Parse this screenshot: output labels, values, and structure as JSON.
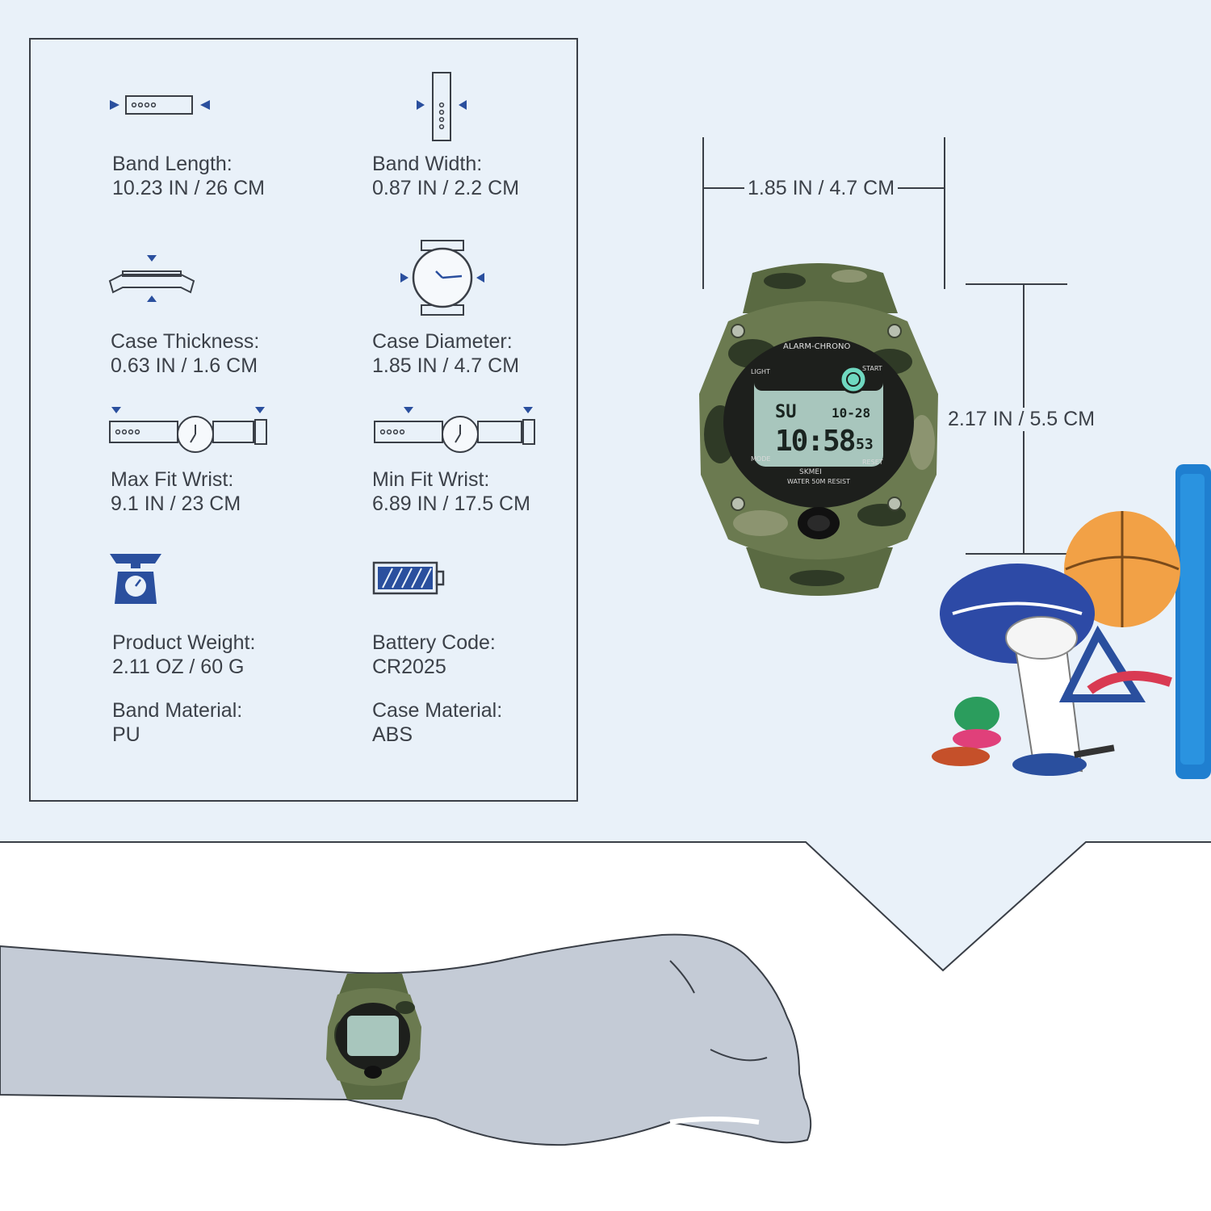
{
  "specs": [
    {
      "label": "Band Length:",
      "value": "10.23 IN / 26 CM",
      "icon": "band-length-icon"
    },
    {
      "label": "Band Width:",
      "value": "0.87 IN / 2.2 CM",
      "icon": "band-width-icon"
    },
    {
      "label": "Case Thickness:",
      "value": "0.63 IN / 1.6 CM",
      "icon": "case-thickness-icon"
    },
    {
      "label": "Case Diameter:",
      "value": "1.85 IN / 4.7 CM",
      "icon": "case-diameter-icon"
    },
    {
      "label": "Max Fit Wrist:",
      "value": "9.1 IN / 23 CM",
      "icon": "max-fit-wrist-icon"
    },
    {
      "label": "Min Fit Wrist:",
      "value": "6.89 IN / 17.5 CM",
      "icon": "min-fit-wrist-icon"
    },
    {
      "label": "Product Weight:",
      "value": "2.11 OZ / 60 G",
      "icon": "scale-icon"
    },
    {
      "label": "Battery Code:",
      "value": "CR2025",
      "icon": "battery-icon"
    },
    {
      "label": "Band Material:",
      "value": "PU"
    },
    {
      "label": "Case Material:",
      "value": "ABS"
    }
  ],
  "dimensions": {
    "width": "1.85 IN / 4.7 CM",
    "height": "2.17 IN / 5.5 CM"
  },
  "watch_face": {
    "top_ring": "ALARM-CHRONO",
    "day": "SU",
    "date": "10-28",
    "time": "10:58",
    "seconds": "53",
    "bottom_label": "WATER 50M RESIST",
    "left_top": "LIGHT",
    "right_top": "START",
    "left_bottom": "MODE",
    "right_bottom": "RESET",
    "brand": "SKMEI"
  },
  "colors": {
    "panel": "#e9f1f9",
    "icon_blue": "#2a4f9e",
    "text": "#3c4149",
    "camo_dark": "#2f3a26",
    "camo_mid": "#5a6a42",
    "camo_light": "#8c9470",
    "arm": "#c4cbd6",
    "lcd": "#a8c6bd"
  }
}
